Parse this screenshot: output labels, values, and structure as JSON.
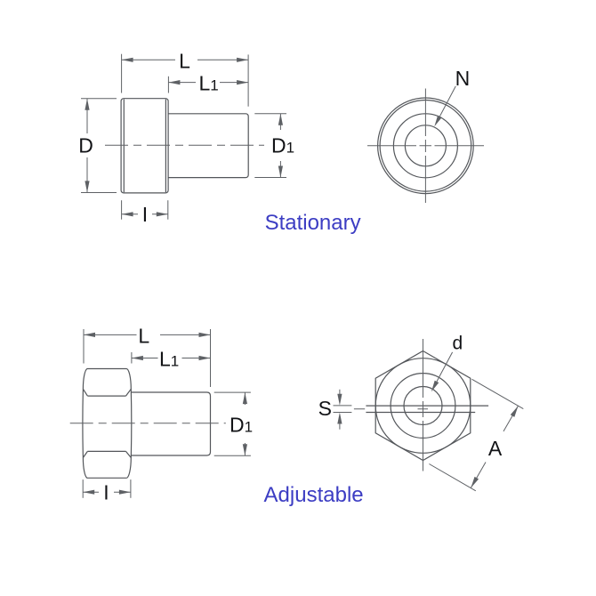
{
  "drawing": {
    "background": "#ffffff",
    "line_color": "#53565a",
    "dimension_line_color": "#5e6165",
    "label_color": "#121316",
    "caption_color": "#3c3dc3"
  },
  "captions": {
    "stationary": "Stationary",
    "adjustable": "Adjustable"
  },
  "views": {
    "stationary_side": {
      "dims": {
        "L": "L",
        "L1_main": "L",
        "L1_sub": "1",
        "D": "D",
        "D1_main": "D",
        "D1_sub": "1",
        "I": "I"
      }
    },
    "stationary_front": {
      "labels": {
        "N": "N"
      }
    },
    "adjustable_side": {
      "dims": {
        "L": "L",
        "L1_main": "L",
        "L1_sub": "1",
        "D1_main": "D",
        "D1_sub": "1",
        "I": "I"
      }
    },
    "adjustable_front": {
      "labels": {
        "d": "d",
        "S": "S",
        "A": "A"
      }
    }
  }
}
